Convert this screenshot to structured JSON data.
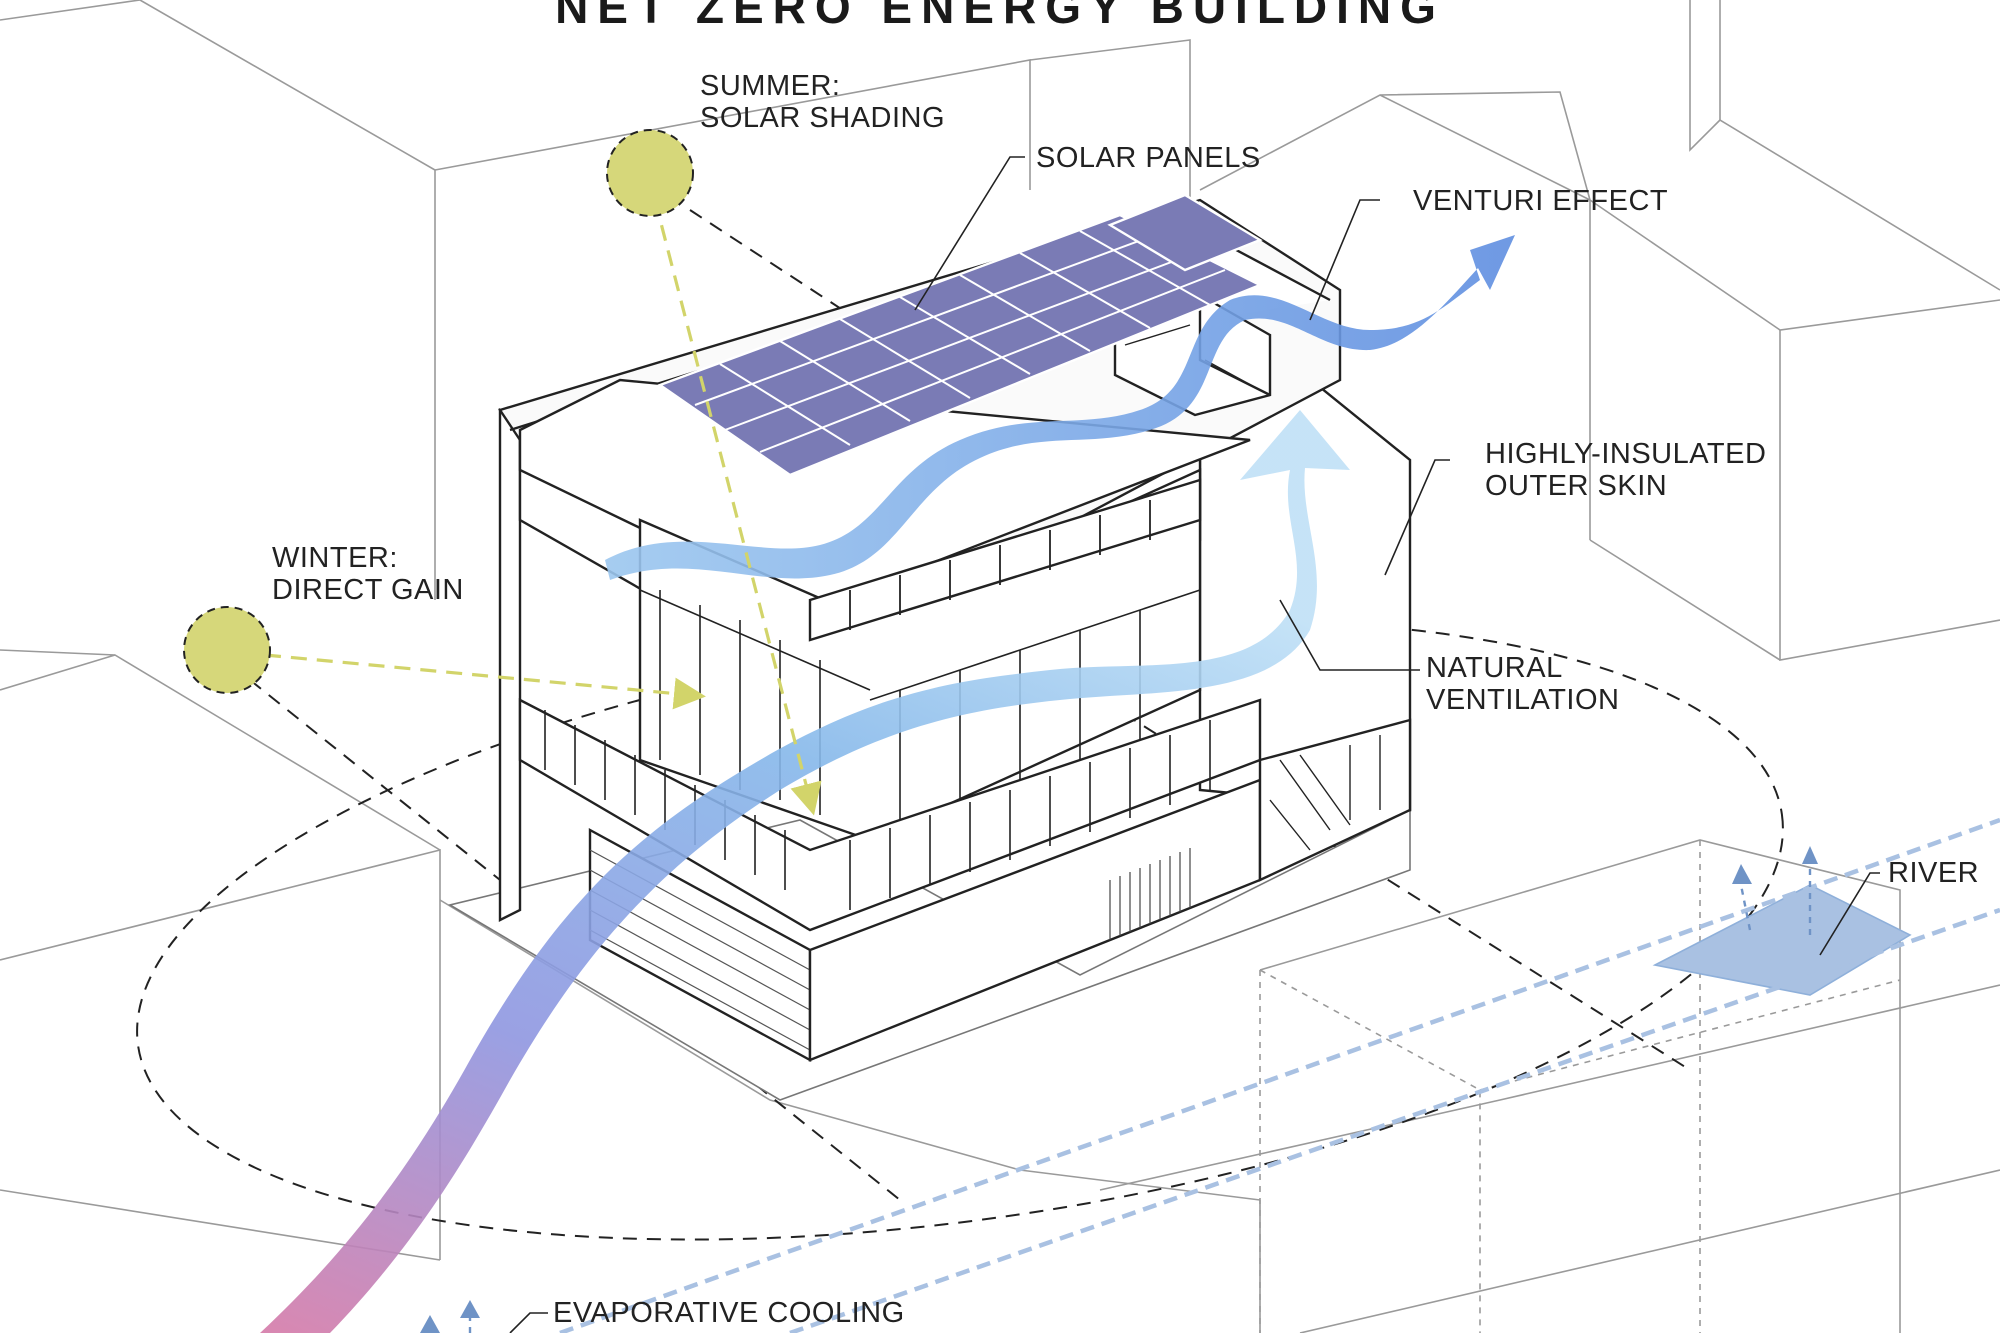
{
  "title": "NET ZERO ENERGY BUILDING",
  "labels": {
    "summer": [
      "SUMMER:",
      "SOLAR SHADING"
    ],
    "solar_panels": "SOLAR PANELS",
    "venturi": "VENTURI EFFECT",
    "insulated": [
      "HIGHLY-INSULATED",
      "OUTER SKIN"
    ],
    "winter": [
      "WINTER:",
      "DIRECT GAIN"
    ],
    "ventilation": [
      "NATURAL",
      "VENTILATION"
    ],
    "river": "RIVER",
    "evaporative": "EVAPORATIVE COOLING"
  },
  "colors": {
    "sun": "#d6d77a",
    "panel": "#7a7bb5",
    "airflow": "#6f9fe0",
    "airflow_warm": "#d57aa8",
    "river": "#a9c1e2",
    "line": "#333333"
  },
  "icons": [
    "summer-sun-icon",
    "winter-sun-icon"
  ]
}
